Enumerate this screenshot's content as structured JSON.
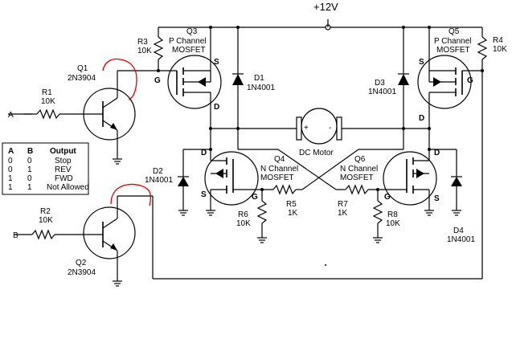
{
  "supply": {
    "label": "+12V"
  },
  "inputs": {
    "a": "A",
    "b": "B"
  },
  "components": {
    "q1": {
      "name": "Q1",
      "part": "2N3904"
    },
    "q2": {
      "name": "Q2",
      "part": "2N3904"
    },
    "q3": {
      "name": "Q3",
      "type1": "P Channel",
      "type2": "MOSFET"
    },
    "q4": {
      "name": "Q4",
      "type1": "N Channel",
      "type2": "MOSFET"
    },
    "q5": {
      "name": "Q5",
      "type1": "P Channel",
      "type2": "MOSFET"
    },
    "q6": {
      "name": "Q6",
      "type1": "N Channel",
      "type2": "MOSFET"
    },
    "r1": {
      "name": "R1",
      "value": "10K"
    },
    "r2": {
      "name": "R2",
      "value": "10K"
    },
    "r3": {
      "name": "R3",
      "value": "10K"
    },
    "r4": {
      "name": "R4",
      "value": "10K"
    },
    "r5": {
      "name": "R5",
      "value": "1K"
    },
    "r6": {
      "name": "R6",
      "value": "10K"
    },
    "r7": {
      "name": "R7",
      "value": "1K"
    },
    "r8": {
      "name": "R8",
      "value": "10K"
    },
    "d1": {
      "name": "D1",
      "part": "1N4001"
    },
    "d2": {
      "name": "D2",
      "part": "1N4001"
    },
    "d3": {
      "name": "D3",
      "part": "1N4001"
    },
    "d4": {
      "name": "D4",
      "part": "1N4001"
    },
    "motor": {
      "label": "DC Motor",
      "plus": "+",
      "minus": "-"
    }
  },
  "pins": {
    "g": "G",
    "d": "D",
    "s": "S"
  },
  "truth_table": {
    "headers": [
      "A",
      "B",
      "Output"
    ],
    "rows": [
      [
        "0",
        "0",
        "Stop"
      ],
      [
        "0",
        "1",
        "REV"
      ],
      [
        "1",
        "0",
        "FWD"
      ],
      [
        "1",
        "1",
        "Not Allowed"
      ]
    ]
  },
  "colors": {
    "annotation": "#e00000",
    "wire": "#000000",
    "background": "#ffffff"
  }
}
